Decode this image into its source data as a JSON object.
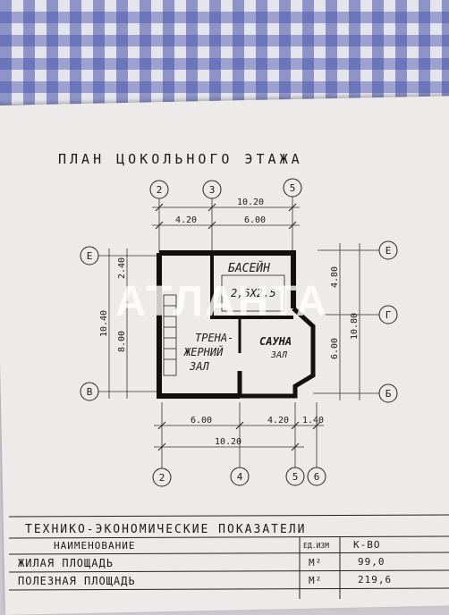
{
  "plan": {
    "title": "ПЛАН ЦОКОЛЬНОГО ЭТАЖА",
    "top_axes": [
      "2",
      "3",
      "5"
    ],
    "bottom_axes": [
      "2",
      "4",
      "5",
      "6"
    ],
    "left_axes": [
      "Е",
      "В"
    ],
    "right_axes": [
      "Е",
      "Г",
      "Б"
    ],
    "dims_top": {
      "total": "10.20",
      "left": "4.20",
      "right": "6.00"
    },
    "dims_bottom": {
      "left": "6.00",
      "mid": "4.20",
      "right": "1.40",
      "total": "10.20"
    },
    "dims_left": {
      "total": "10.40",
      "top": "2.40",
      "bottom": "8.00"
    },
    "dims_right": {
      "total": "10.80",
      "top": "4.80",
      "bottom": "6.00"
    },
    "rooms": {
      "pool_name": "БАСЕЙН",
      "pool_size": "2,5Х2,5",
      "gym_line1": "ТРЕНА-",
      "gym_line2": "ЖЕРНИЙ",
      "gym_line3": "ЗАЛ",
      "sauna_line1": "САУНА",
      "sauna_line2": "ЗАЛ"
    }
  },
  "watermark": "АТЛАНТА",
  "table": {
    "title": "ТЕХНИКО-ЭКОНОМИЧЕСКИЕ ПОКАЗАТЕЛИ",
    "headers": [
      "НАИМЕНОВАНИЕ",
      "ЕД.ИЗМ",
      "К-ВО"
    ],
    "rows": [
      {
        "name": "ЖИЛАЯ ПЛОЩАДЬ",
        "unit": "М²",
        "value": "99,0"
      },
      {
        "name": "ПОЛЕЗНАЯ ПЛОЩАДЬ",
        "unit": "М²",
        "value": "219,6"
      }
    ]
  }
}
